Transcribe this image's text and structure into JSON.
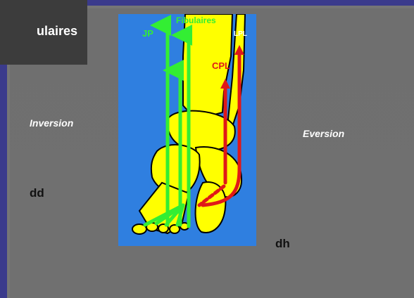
{
  "slide": {
    "title_fragment": "ulaires",
    "labels": {
      "inversion": "Inversion",
      "eversion": "Eversion",
      "dd": "dd",
      "dh": "dh"
    }
  },
  "diagram": {
    "labels": {
      "jp": "JP",
      "fibulaires": "Fibulaires",
      "lpl": "LPL",
      "cpl": "CPL"
    },
    "colors": {
      "background": "#2f7fe0",
      "bone": "#ffff00",
      "bone_outline": "#000000",
      "inverter_arrows": "#33ee33",
      "everter_arrows": "#e01818"
    }
  },
  "colors": {
    "page_border": "#3a3a86",
    "panel": "#707070",
    "title_box": "#3c3c3c",
    "italic_labels": "#ffffff",
    "bold_labels": "#111111"
  }
}
